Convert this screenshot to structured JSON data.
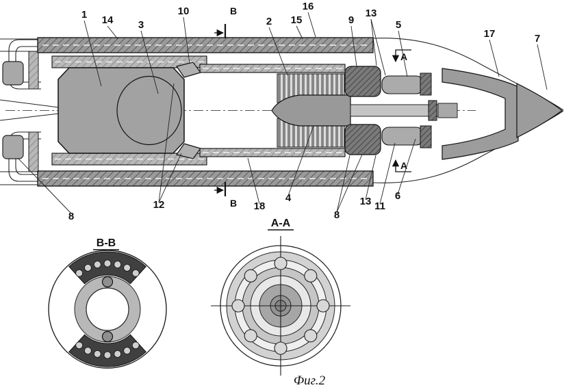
{
  "figure": {
    "caption": "Фиг.2",
    "section_views": {
      "bb_title": "В-В",
      "aa_title": "А-А"
    },
    "section_markers": {
      "b_top": "В",
      "b_bottom": "В",
      "a_top": "А",
      "a_bottom": "А"
    },
    "part_callouts": {
      "c1": "1",
      "c2": "2",
      "c3": "3",
      "c4": "4",
      "c5": "5",
      "c6": "6",
      "c7": "7",
      "c8_left": "8",
      "c8_right": "8",
      "c9": "9",
      "c10": "10",
      "c11": "11",
      "c12": "12",
      "c13_top": "13",
      "c13_bottom": "13",
      "c14": "14",
      "c15": "15",
      "c16": "16",
      "c17": "17",
      "c18": "18"
    }
  }
}
